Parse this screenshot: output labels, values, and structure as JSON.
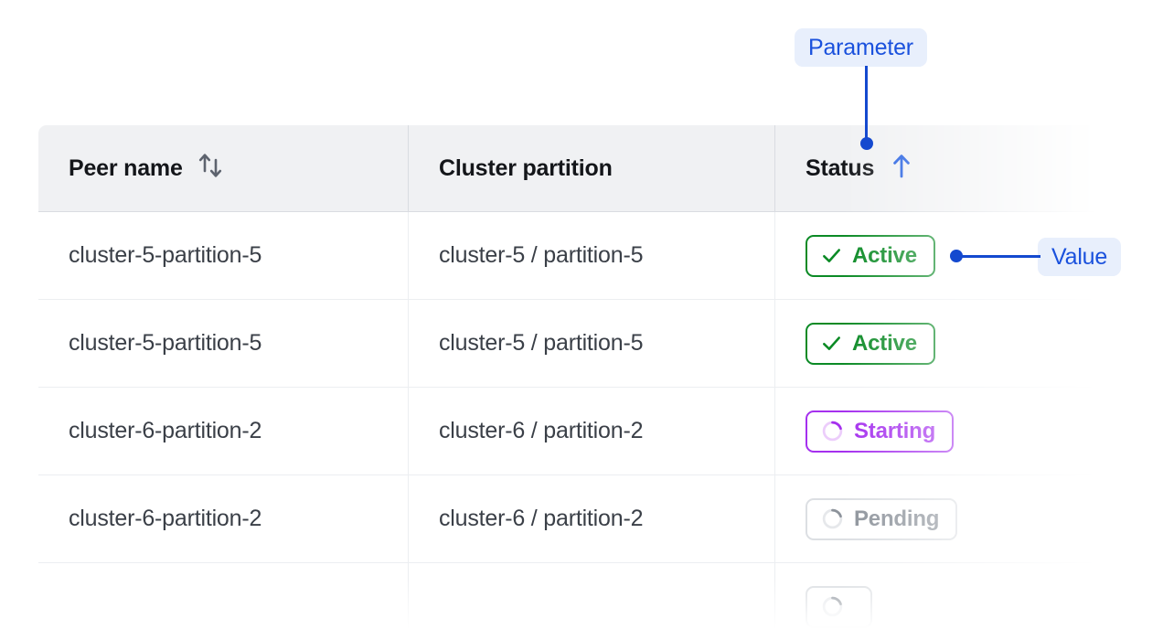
{
  "table": {
    "columns": [
      {
        "key": "peer_name",
        "label": "Peer name",
        "sort_icon": "sort-updown-icon",
        "sorted": false
      },
      {
        "key": "cluster_partition",
        "label": "Cluster partition",
        "sort_icon": "",
        "sorted": false
      },
      {
        "key": "status",
        "label": "Status",
        "sort_icon": "arrow-up-icon",
        "sorted": true
      }
    ],
    "rows": [
      {
        "peer_name": "cluster-5-partition-5",
        "cluster_partition": "cluster-5 / partition-5",
        "status": "Active",
        "status_kind": "active",
        "status_icon": "check-icon",
        "dimmed": false
      },
      {
        "peer_name": "cluster-5-partition-5",
        "cluster_partition": "cluster-5 / partition-5",
        "status": "Active",
        "status_kind": "active",
        "status_icon": "check-icon",
        "dimmed": false
      },
      {
        "peer_name": "cluster-6-partition-2",
        "cluster_partition": "cluster-6 / partition-2",
        "status": "Starting",
        "status_kind": "starting",
        "status_icon": "spinner-icon",
        "dimmed": false
      },
      {
        "peer_name": "cluster-6-partition-2",
        "cluster_partition": "cluster-6 / partition-2",
        "status": "Pending",
        "status_kind": "pending",
        "status_icon": "spinner-icon",
        "dimmed": true
      },
      {
        "peer_name": "",
        "cluster_partition": "",
        "status": "",
        "status_kind": "pending",
        "status_icon": "spinner-icon",
        "dimmed": true
      }
    ]
  },
  "annotations": {
    "parameter": {
      "label": "Parameter",
      "target": "status-column-header"
    },
    "value": {
      "label": "Value",
      "target": "status-badge-row-1"
    }
  },
  "colors": {
    "accent_blue": "#1449cf",
    "pill_bg": "#e8effc",
    "pill_text": "#1a51dd",
    "header_bg": "#f0f1f3",
    "active_green": "#0b8a25",
    "starting_purple": "#a530ee",
    "pending_grey": "#a9aeb5",
    "text_primary": "#14161a",
    "text_body": "#3a3f47",
    "text_dim": "#acb1b8"
  }
}
